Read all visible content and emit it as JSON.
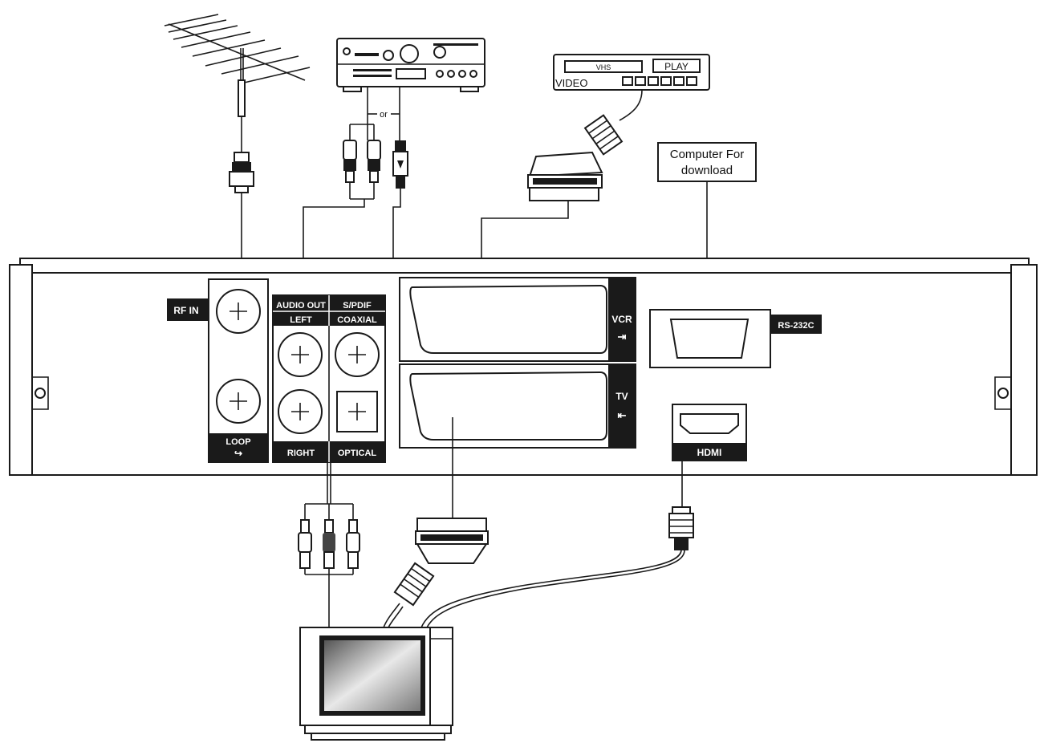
{
  "panel": {
    "rf_in": "RF IN",
    "loop": "LOOP",
    "audio_out": "AUDIO OUT",
    "spdif": "S/PDIF",
    "left": "LEFT",
    "coaxial": "COAXIAL",
    "right": "RIGHT",
    "optical": "OPTICAL",
    "vcr": "VCR",
    "tv": "TV",
    "rs232c": "RS-232C",
    "hdmi": "HDMI"
  },
  "devices": {
    "computer_line1": "Computer For",
    "computer_line2": "download",
    "vcr_tape": "VHS",
    "vcr_display": "PLAY",
    "vcr_brand": "VIDEO",
    "or_label": "or"
  },
  "colors": {
    "ink": "#1a1a1a",
    "label_bg": "#1a1a1a",
    "label_text": "#ffffff"
  }
}
